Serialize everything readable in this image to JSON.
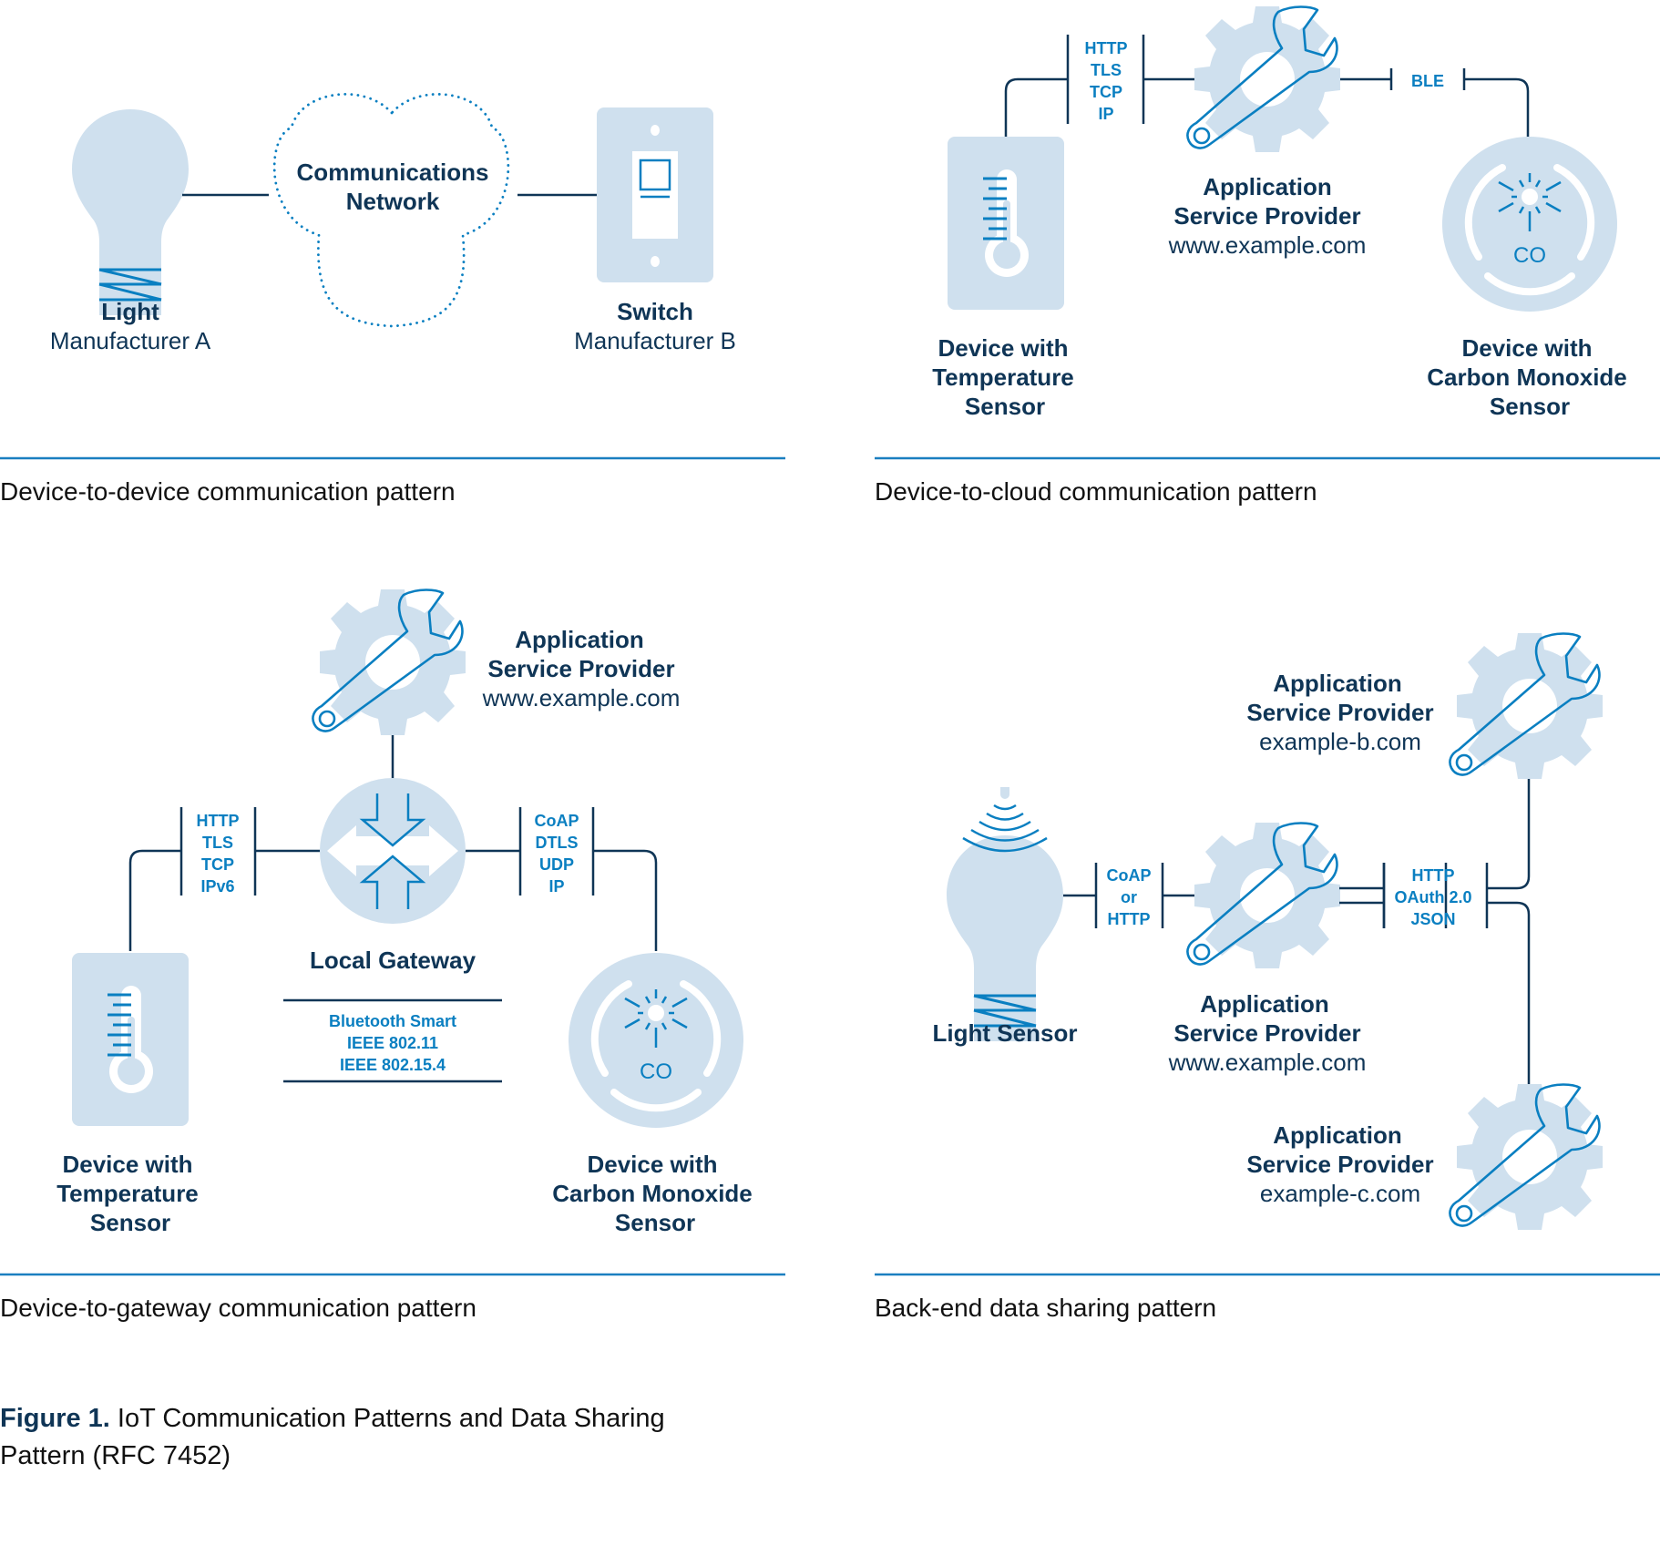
{
  "colors": {
    "light_fill": "#cfe0ee",
    "dark_line": "#0f3556",
    "accent_blue": "#0a7fc1",
    "divider_blue": "#1a7fc0",
    "text_dark": "#0f3556",
    "caption_text": "#111111",
    "white": "#ffffff"
  },
  "panels": {
    "device_to_device": {
      "caption": "Device-to-device communication pattern",
      "network_label_line1": "Communications",
      "network_label_line2": "Network",
      "light_title": "Light",
      "light_subtitle": "Manufacturer A",
      "switch_title": "Switch",
      "switch_subtitle": "Manufacturer B"
    },
    "device_to_cloud": {
      "caption": "Device-to-cloud communication pattern",
      "protocol_stack_left": [
        "HTTP",
        "TLS",
        "TCP",
        "IP"
      ],
      "protocol_stack_right": [
        "BLE"
      ],
      "provider_line1": "Application",
      "provider_line2": "Service Provider",
      "provider_url": "www.example.com",
      "temp_device_lines": [
        "Device with",
        "Temperature",
        "Sensor"
      ],
      "co_device_lines": [
        "Device with",
        "Carbon Monoxide",
        "Sensor"
      ],
      "co_label": "CO"
    },
    "device_to_gateway": {
      "caption": "Device-to-gateway communication pattern",
      "provider_line1": "Application",
      "provider_line2": "Service Provider",
      "provider_url": "www.example.com",
      "protocol_stack_left": [
        "HTTP",
        "TLS",
        "TCP",
        "IPv6"
      ],
      "protocol_stack_right": [
        "CoAP",
        "DTLS",
        "UDP",
        "IP"
      ],
      "gateway_label": "Local Gateway",
      "gateway_links": [
        "Bluetooth Smart",
        "IEEE 802.11",
        "IEEE 802.15.4"
      ],
      "temp_device_lines": [
        "Device with",
        "Temperature",
        "Sensor"
      ],
      "co_device_lines": [
        "Device with",
        "Carbon Monoxide",
        "Sensor"
      ],
      "co_label": "CO"
    },
    "backend_sharing": {
      "caption": "Back-end data sharing pattern",
      "light_sensor_label": "Light Sensor",
      "protocol_stack_left": [
        "CoAP",
        "or",
        "HTTP"
      ],
      "protocol_stack_right": [
        "HTTP",
        "OAuth 2.0",
        "JSON"
      ],
      "main_provider_line1": "Application",
      "main_provider_line2": "Service Provider",
      "main_provider_url": "www.example.com",
      "provider_b_line1": "Application",
      "provider_b_line2": "Service Provider",
      "provider_b_url": "example-b.com",
      "provider_c_line1": "Application",
      "provider_c_line2": "Service Provider",
      "provider_c_url": "example-c.com"
    }
  },
  "figure": {
    "label": "Figure 1.",
    "title_line1": " IoT Communication Patterns and Data Sharing",
    "title_line2": "Pattern (RFC 7452)"
  }
}
